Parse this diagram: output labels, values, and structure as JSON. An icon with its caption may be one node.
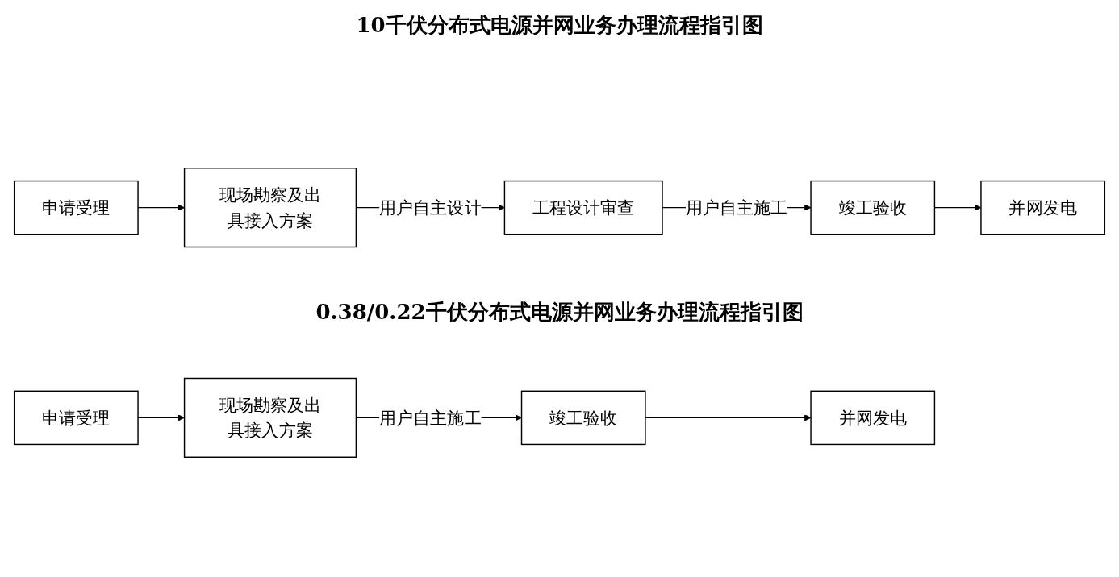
{
  "diagram": {
    "title": "10千伏分布式电源并网业务办理流程指引图",
    "nodes": [
      {
        "text": [
          "申请受理"
        ]
      },
      {
        "text": [
          "现场勘察及出具接入方案"
        ]
      },
      {
        "text": [
          "工程设计审查"
        ]
      },
      {
        "text": [
          "竣工验收"
        ]
      },
      {
        "text": [
          "并网发电"
        ]
      },
      {
        "text": [
          "申请受理"
        ]
      },
      {
        "text": [
          "现场勘察及出具接入方案"
        ]
      },
      {
        "text": [
          "竣工验收"
        ]
      },
      {
        "text": [
          "并网发电"
        ]
      }
    ],
    "edges": [
      {
        "from": 0,
        "to": 1,
        "arrow": "to"
      },
      {
        "from": 1,
        "to": 2,
        "arrow": "to",
        "label": "用户自主设计"
      },
      {
        "from": 2,
        "to": 3,
        "arrow": "to",
        "label": "用户自主施工"
      },
      {
        "from": 3,
        "to": 4,
        "arrow": "to"
      },
      {
        "from": 5,
        "to": 6,
        "arrow": "to"
      },
      {
        "from": 6,
        "to": 7,
        "arrow": "to",
        "label": "用户自主施工"
      },
      {
        "from": 7,
        "to": 8,
        "arrow": "to"
      }
    ],
    "labels": [
      "0.38/0.22千伏分布式电源并网业务办理流程指引图"
    ]
  }
}
